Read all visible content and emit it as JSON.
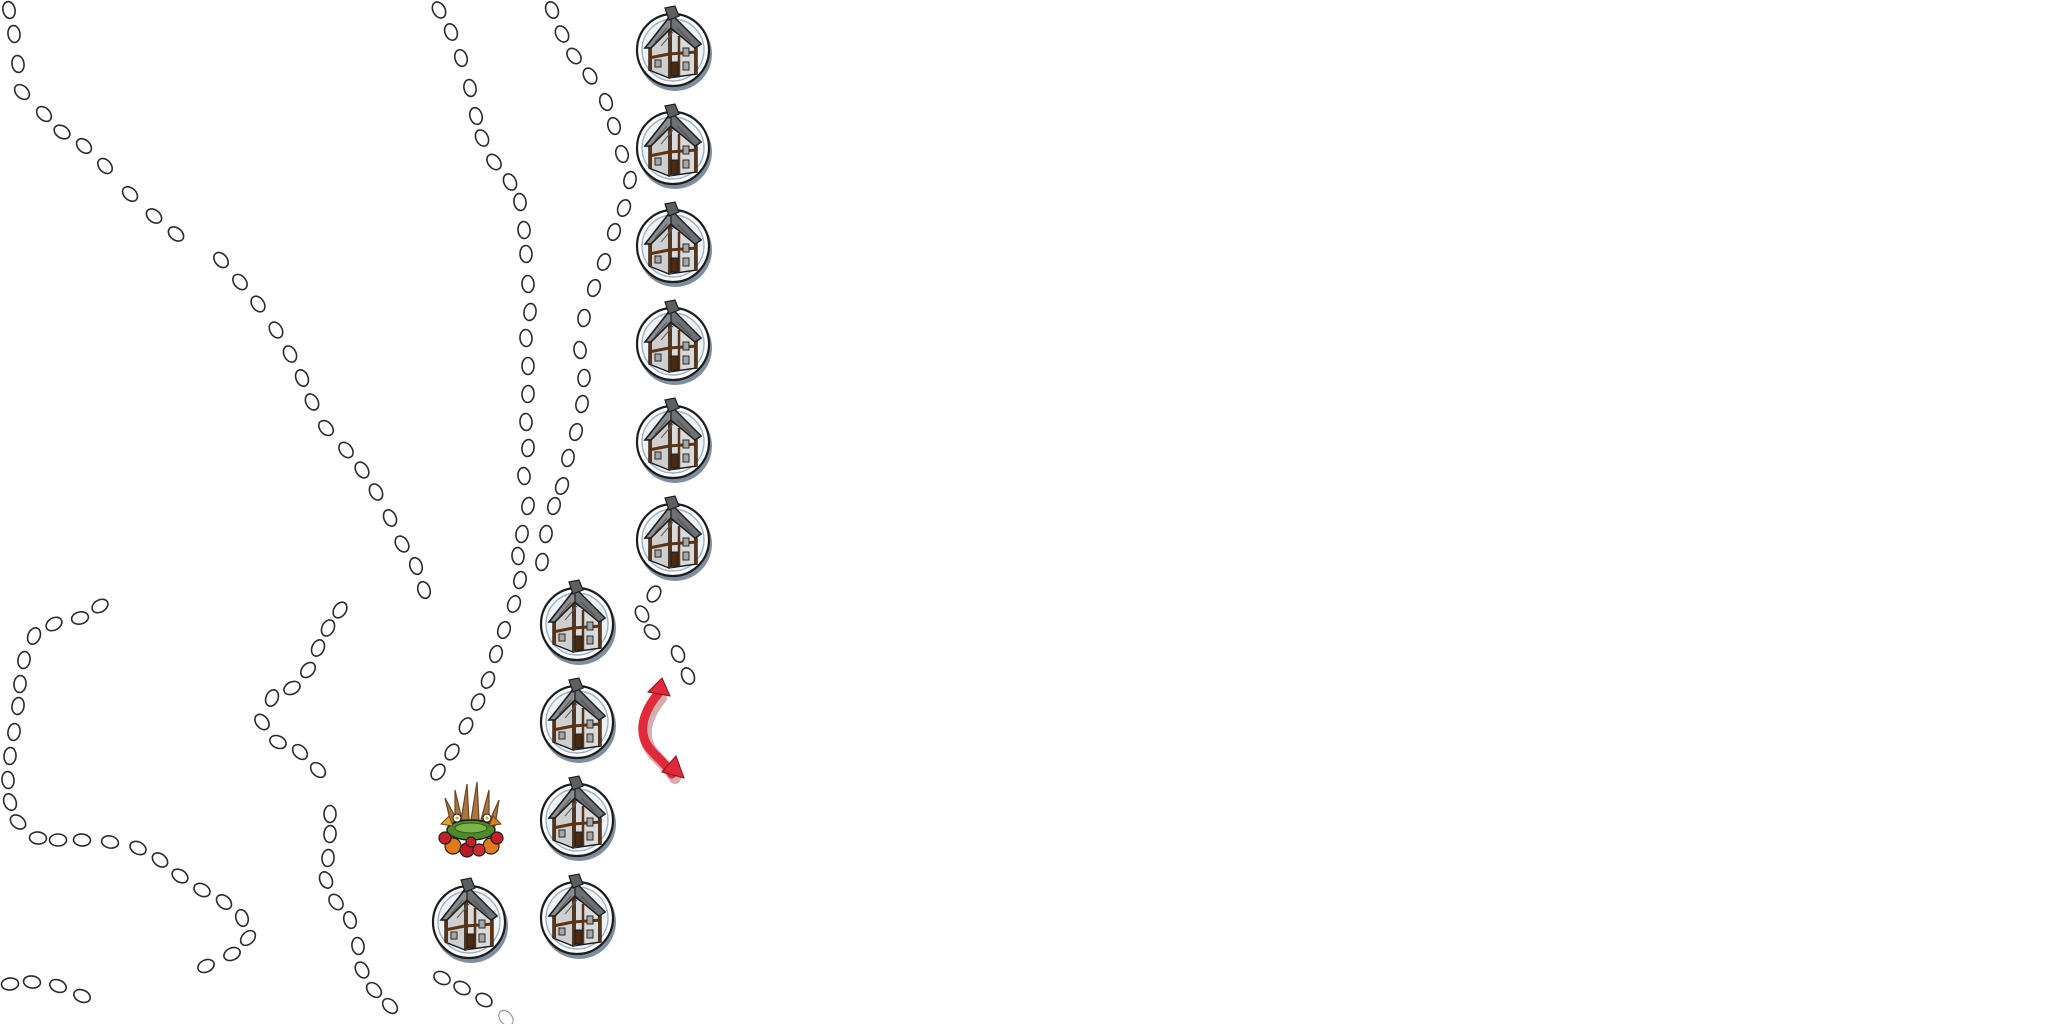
{
  "scene": {
    "background": "#ffffff",
    "tile_types": [
      "house-tile",
      "harvest-tile"
    ],
    "colors": {
      "roof": "#8b8c8f",
      "roof_dark": "#5d5e61",
      "timber": "#6b3b1b",
      "wall": "#d3d3d3",
      "ring": "#ffffff",
      "arrow": "#e02a3a",
      "wheat": "#9a6a3a",
      "basket": "#4f8a2c",
      "apple": "#c8202a",
      "pumpkin": "#e07a1a"
    },
    "icons": {
      "house": "house-icon",
      "harvest": "harvest-cornucopia-icon",
      "swap": "swap-arrows-icon"
    },
    "counts": {
      "houses": 11,
      "harvest": 1
    }
  }
}
